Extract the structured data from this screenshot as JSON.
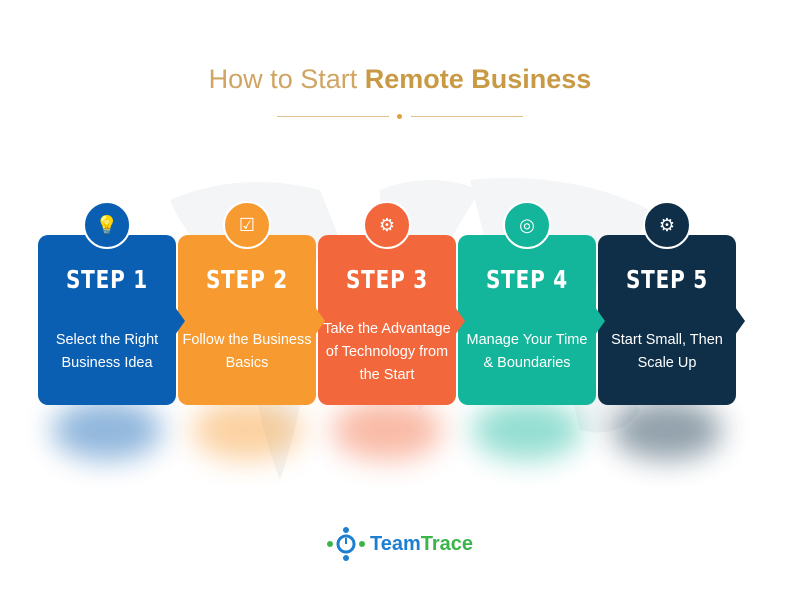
{
  "title": {
    "light": "How to Start ",
    "bold": "Remote Business"
  },
  "steps": [
    {
      "label": "STEP 1",
      "text": "Select the Right Business Idea",
      "icon": "lightbulb-icon",
      "color": "#0b5fb3"
    },
    {
      "label": "STEP 2",
      "text": "Follow the Business Basics",
      "icon": "checklist-icon",
      "color": "#f79a30"
    },
    {
      "label": "STEP 3",
      "text": "Take the Advantage of Technology from the Start",
      "icon": "ai-head-icon",
      "color": "#f2673b"
    },
    {
      "label": "STEP 4",
      "text": "Manage Your Time & Boundaries",
      "icon": "time-target-icon",
      "color": "#13b69b"
    },
    {
      "label": "STEP 5",
      "text": "Start Small, Then Scale Up",
      "icon": "growth-gear-icon",
      "color": "#0e2f47"
    }
  ],
  "logo": {
    "team": "Team",
    "trace": "Trace"
  }
}
